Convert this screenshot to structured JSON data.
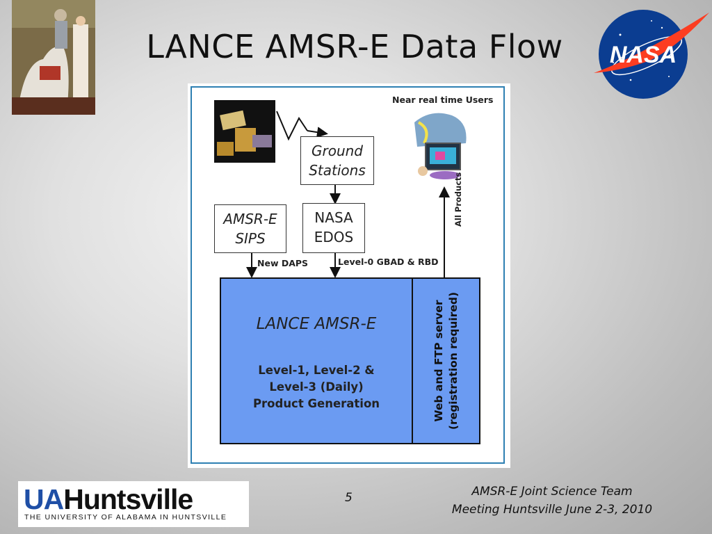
{
  "slide": {
    "title": "LANCE AMSR-E Data Flow",
    "page_number": "5",
    "footer": {
      "line1": "AMSR-E Joint Science Team",
      "line2": "Meeting Huntsville June 2-3, 2010"
    }
  },
  "logos": {
    "nasa": "NASA",
    "uah_ua": "UA",
    "uah_huntsville": "Huntsville",
    "uah_subtitle": "THE UNIVERSITY OF ALABAMA IN HUNTSVILLE"
  },
  "diagram": {
    "nodes": {
      "ground_stations": [
        "Ground",
        "Stations"
      ],
      "amsre_sips": [
        "AMSR-E",
        "SIPS"
      ],
      "nasa_edos": [
        "NASA",
        "EDOS"
      ],
      "lance_title": "LANCE AMSR-E",
      "lance_products": [
        "Level-1, Level-2 &",
        "Level-3 (Daily)",
        "Product Generation"
      ],
      "server": [
        "Web and FTP server",
        "(registration required)"
      ],
      "users": "Near real time Users"
    },
    "edges": {
      "new_daps": "New DAPS",
      "level0": "Level-0 GBAD & RBD",
      "all_products": "All Products"
    }
  },
  "colors": {
    "accent_blue": "#6b9bf2",
    "frame_blue": "#2d7fb2",
    "nasa_blue": "#0b3d91",
    "nasa_red": "#fc3d21",
    "uah_blue": "#1f4fa6"
  },
  "icons": [
    "knight-image",
    "nasa-logo",
    "satellite-icon",
    "users-icon",
    "uah-logo"
  ]
}
